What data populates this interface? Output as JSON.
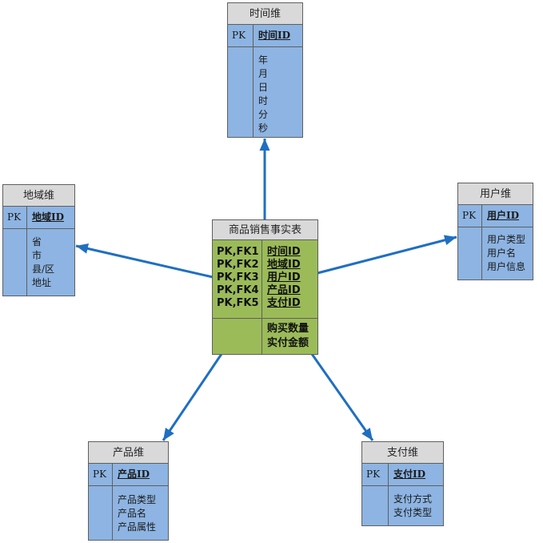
{
  "colors": {
    "header_fill": "#d9d9d9",
    "dimension_fill": "#8db4e2",
    "fact_fill": "#9bbb59",
    "border": "#5f5f5f",
    "arrow": "#1f6fc1"
  },
  "dimensions": {
    "time": {
      "title": "时间维",
      "pk_label": "PK",
      "pk_field": "时间ID",
      "attributes": [
        "年",
        "月",
        "日",
        "时",
        "分",
        "秒"
      ]
    },
    "region": {
      "title": "地域维",
      "pk_label": "PK",
      "pk_field": "地域ID",
      "attributes": [
        "省",
        "市",
        "县/区",
        "地址"
      ]
    },
    "user": {
      "title": "用户维",
      "pk_label": "PK",
      "pk_field": "用户ID",
      "attributes": [
        "用户类型",
        "用户名",
        "用户信息"
      ]
    },
    "product": {
      "title": "产品维",
      "pk_label": "PK",
      "pk_field": "产品ID",
      "attributes": [
        "产品类型",
        "产品名",
        "产品属性"
      ]
    },
    "payment": {
      "title": "支付维",
      "pk_label": "PK",
      "pk_field": "支付ID",
      "attributes": [
        "支付方式",
        "支付类型"
      ]
    }
  },
  "fact": {
    "title": "商品销售事实表",
    "keys": [
      {
        "label": "PK,FK1",
        "field": "时间ID"
      },
      {
        "label": "PK,FK2",
        "field": "地域ID"
      },
      {
        "label": "PK,FK3",
        "field": "用户ID"
      },
      {
        "label": "PK,FK4",
        "field": "产品ID"
      },
      {
        "label": "PK,FK5",
        "field": "支付ID"
      }
    ],
    "measures": [
      "购买数量",
      "实付金额"
    ]
  }
}
